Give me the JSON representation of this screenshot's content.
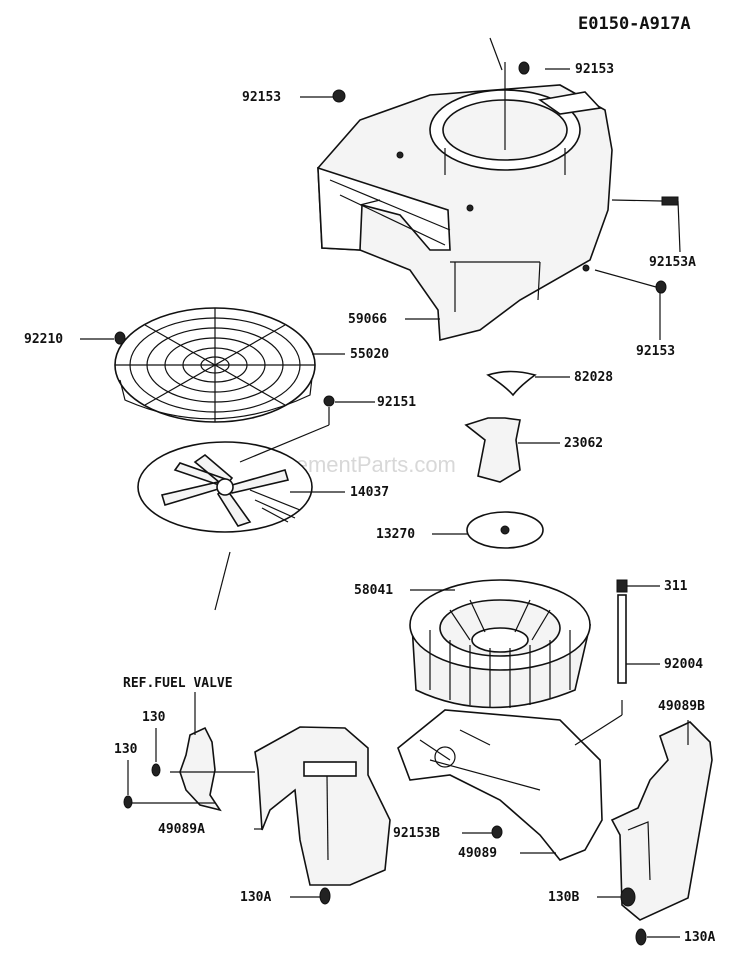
{
  "diagram": {
    "code": "E0150-A917A",
    "watermark": "eReplacementParts.com"
  },
  "callouts": [
    "92153",
    "92153",
    "92153A",
    "92153",
    "59066",
    "92210",
    "55020",
    "92151",
    "14037",
    "82028",
    "23062",
    "13270",
    "58041",
    "311",
    "92004",
    "49089B",
    "REF.FUEL VALVE",
    "130",
    "130",
    "49089A",
    "92153B",
    "49089",
    "130A",
    "130B",
    "130A"
  ]
}
